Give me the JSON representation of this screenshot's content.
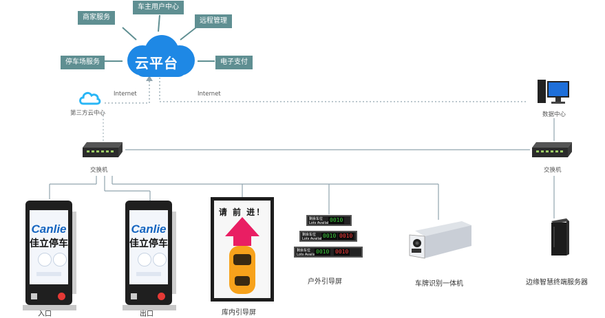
{
  "cloud": {
    "label": "云平台",
    "color": "#1e88e5"
  },
  "services": {
    "merchant": "商家服务",
    "owner_center": "车主用户中心",
    "remote": "远程管理",
    "parking": "停车场服务",
    "payment": "电子支付"
  },
  "links": {
    "internet_left": "Internet",
    "internet_right": "Internet"
  },
  "third_party": {
    "label": "第三方云中心"
  },
  "data_center": {
    "label": "数据中心"
  },
  "switches": {
    "left": "交换机",
    "right": "交换机"
  },
  "devices": {
    "entry": "入口",
    "exit": "出口",
    "indoor_screen": "库内引导屏",
    "outdoor_screen": "户外引导屏",
    "lpr_camera": "车牌识别一体机",
    "edge_server": "边缘智慧终端服务器"
  },
  "kiosk": {
    "brand_en": "Canlie",
    "brand_cn": "佳立停车"
  },
  "indoor_screen_text": "请 前 进！",
  "led_boards": [
    {
      "tag_cn": "剩余车位",
      "tag_en": "Lots Available",
      "digits_green": "0010",
      "digits_red": ""
    },
    {
      "tag_cn": "剩余车位",
      "tag_en": "Lots Available",
      "digits_green": "0010",
      "digits_red": "0010"
    },
    {
      "tag_cn": "剩余车位",
      "tag_en": "Lots Available",
      "digits_green": "0010",
      "digits_red": "0010"
    }
  ],
  "colors": {
    "service_box": "#5f8f92",
    "line": "#90a4ae",
    "cloud": "#1e88e5",
    "arrow": "#e91e63"
  }
}
